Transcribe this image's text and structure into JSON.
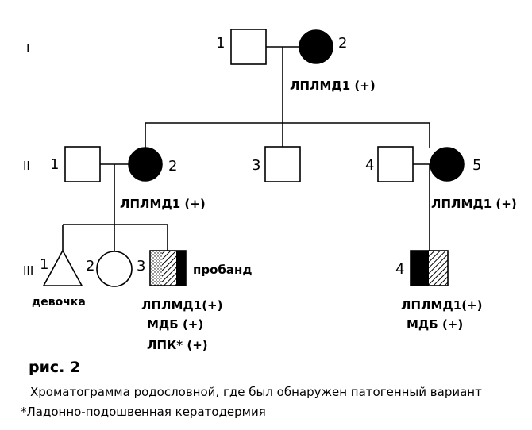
{
  "generations": [
    "I",
    "II",
    "III"
  ],
  "individuals": {
    "I1": {
      "number": "1"
    },
    "I2": {
      "number": "2",
      "note": "ЛПЛМД1 (+)"
    },
    "II1": {
      "number": "1"
    },
    "II2": {
      "number": "2",
      "note": "ЛПЛМД1 (+)"
    },
    "II3": {
      "number": "3"
    },
    "II4": {
      "number": "4"
    },
    "II5": {
      "number": "5",
      "note": "ЛПЛМД1 (+)"
    },
    "III1": {
      "number": "1",
      "label": "девочка"
    },
    "III2": {
      "number": "2"
    },
    "III3": {
      "number": "3",
      "label": "пробанд",
      "notes": [
        "ЛПЛМД1(+)",
        "МДБ (+)",
        "ЛПК* (+)"
      ]
    },
    "III4": {
      "number": "4",
      "notes": [
        "ЛПЛМД1(+)",
        "МДБ (+)"
      ]
    }
  },
  "caption": {
    "label": "рис. 2",
    "text": "Хроматограмма родословной, где был обнаружен патогенный вариант",
    "footnote": "*Ладонно-подошвенная кератодермия"
  }
}
